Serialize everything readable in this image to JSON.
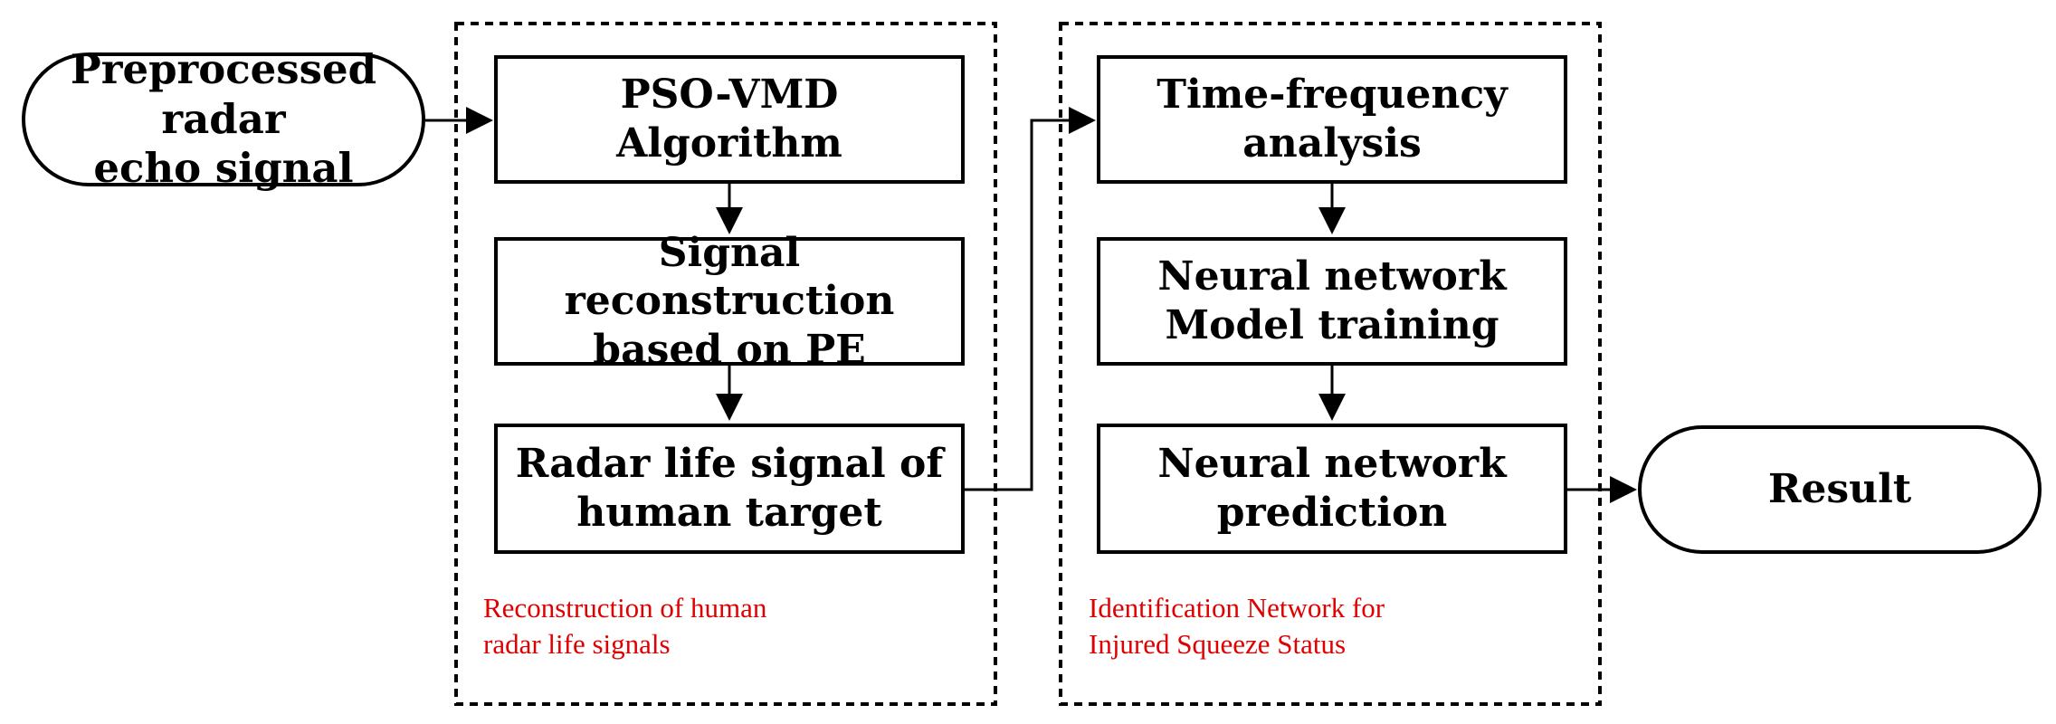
{
  "colors": {
    "stroke": "#000000",
    "caption": "#e00000",
    "background": "#ffffff"
  },
  "input": {
    "label": "Preprocessed radar\necho signal"
  },
  "group_reconstruction": {
    "caption": "Reconstruction of human\nradar life signals",
    "steps": [
      "PSO-VMD Algorithm",
      "Signal reconstruction\nbased on PE",
      "Radar life signal of\nhuman target"
    ]
  },
  "group_identification": {
    "caption": "Identification Network for\nInjured Squeeze Status",
    "steps": [
      "Time-frequency\nanalysis",
      "Neural network\nModel training",
      "Neural network\nprediction"
    ]
  },
  "output": {
    "label": "Result"
  }
}
